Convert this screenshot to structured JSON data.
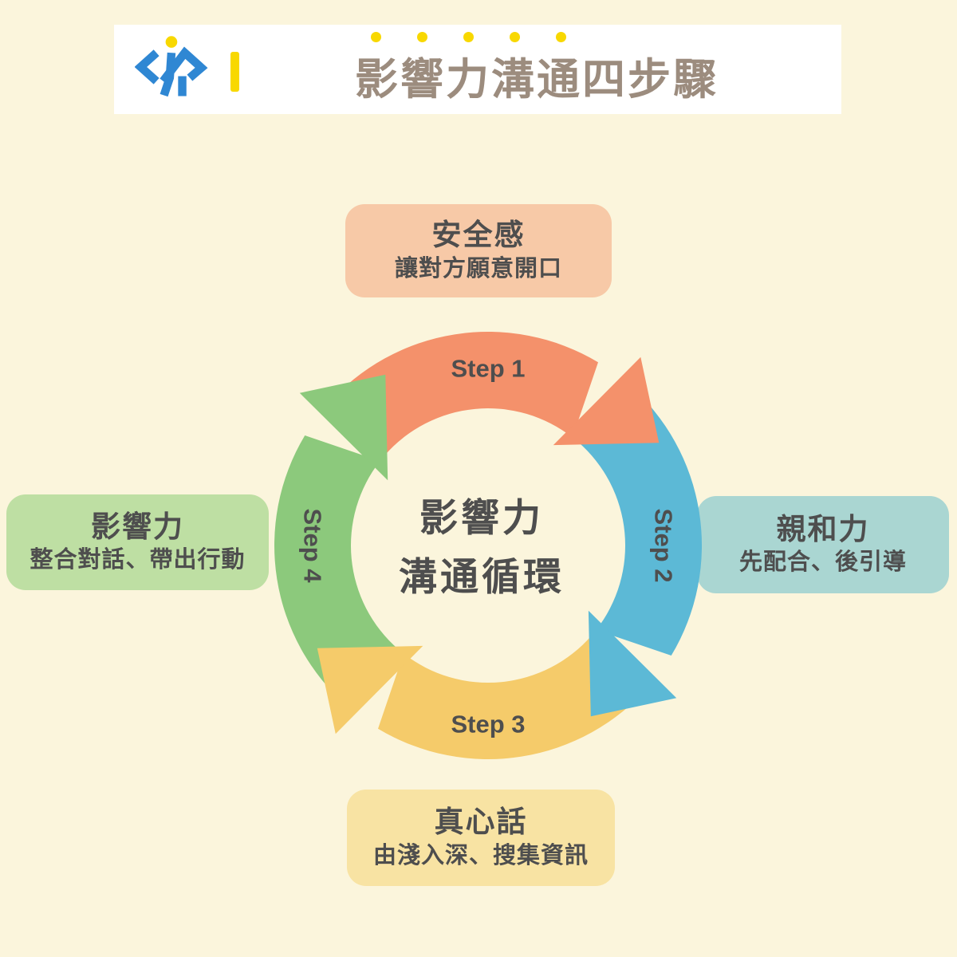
{
  "canvas": {
    "background": "#FBF5DC"
  },
  "header": {
    "title": "影響力溝通四步驟",
    "title_color": "#9C8C7E",
    "background": "#FFFFFF",
    "accent_color": "#F8D800",
    "logo_color": "#2F87D3",
    "dots_count": 5
  },
  "cycle": {
    "center_line1": "影響力",
    "center_line2": "溝通循環",
    "text_color": "#4E4E4E",
    "steps": [
      {
        "label": "Step 1",
        "position": "top",
        "arrow_color": "#F4916B",
        "box_color": "#F7C9A7",
        "title": "安全感",
        "subtitle": "讓對方願意開口"
      },
      {
        "label": "Step 2",
        "position": "right",
        "arrow_color": "#5CB9D6",
        "box_color": "#AAD6D2",
        "title": "親和力",
        "subtitle": "先配合、後引導"
      },
      {
        "label": "Step 3",
        "position": "bottom",
        "arrow_color": "#F5CB6A",
        "box_color": "#F8E3A3",
        "title": "真心話",
        "subtitle": "由淺入深、搜集資訊"
      },
      {
        "label": "Step 4",
        "position": "left",
        "arrow_color": "#8CC97C",
        "box_color": "#BEDFA3",
        "title": "影響力",
        "subtitle": "整合對話、帶出行動"
      }
    ]
  }
}
